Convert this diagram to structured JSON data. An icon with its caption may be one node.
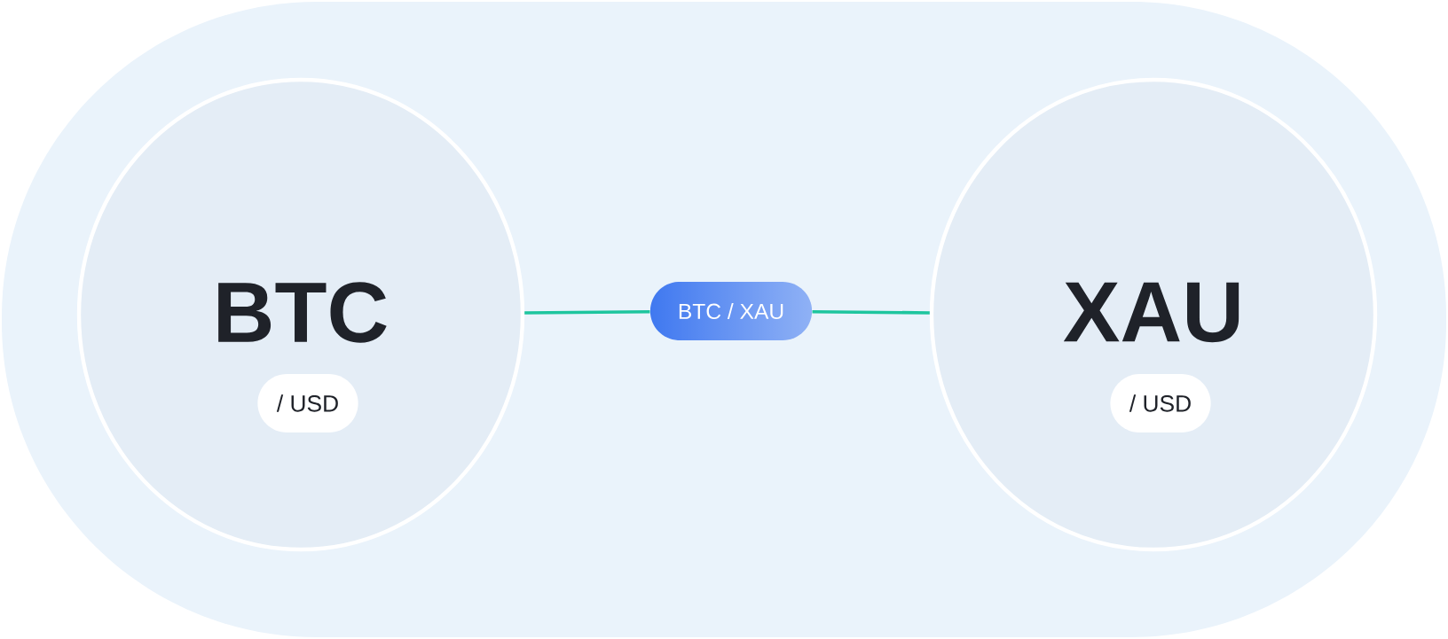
{
  "diagram": {
    "nodes": [
      {
        "text": [
          "BTC"
        ]
      },
      {
        "text": [
          "/ USD"
        ],
        "in": 0
      },
      {
        "text": [
          "XAU"
        ]
      },
      {
        "text": [
          "/ USD"
        ],
        "in": 2
      },
      {
        "text": [
          "BTC / XAU"
        ]
      }
    ],
    "edges": [
      {
        "from": 0,
        "to": 4,
        "arrow": "none"
      },
      {
        "from": 4,
        "to": 2,
        "arrow": "none"
      }
    ]
  }
}
